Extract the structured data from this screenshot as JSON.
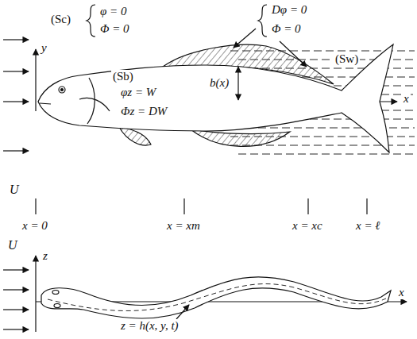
{
  "diagram": {
    "labels": [
      "(Sc)",
      "φ = 0",
      "Φ = 0",
      "Dφ = 0",
      "Φ = 0",
      "(Sw)",
      "(Sb)",
      "φz = W",
      "Φz = DW",
      "b(x)",
      "y",
      "x",
      "U",
      "x = 0",
      "x = xm",
      "x = xc",
      "x = ℓ",
      "U",
      "z",
      "x",
      "z = h(x, y, t)"
    ]
  }
}
